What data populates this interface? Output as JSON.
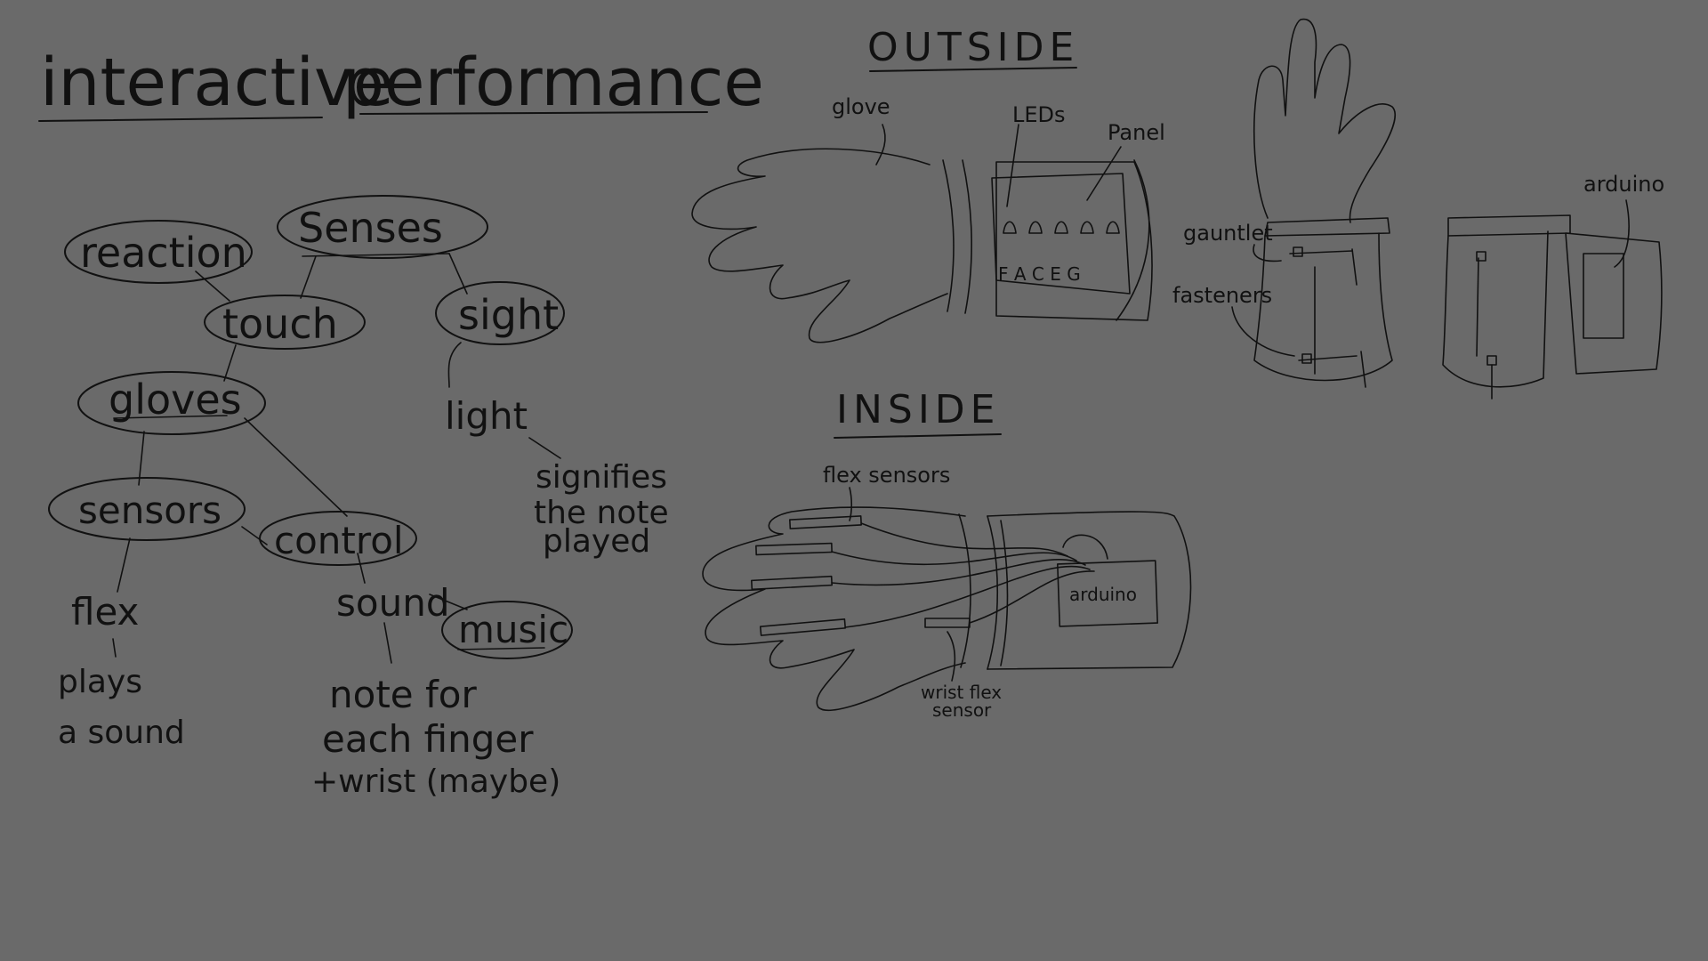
{
  "title": {
    "part1": "interactive",
    "part2": "performance"
  },
  "mindmap": {
    "nodes": {
      "reaction": "reaction",
      "senses": "Senses",
      "touch": "touch",
      "sight": "sight",
      "gloves": "gloves",
      "sensors": "sensors",
      "control": "control",
      "music": "music"
    },
    "texts": {
      "light": "light",
      "signifies_1": "signifies",
      "signifies_2": "the note",
      "signifies_3": "played",
      "flex": "flex",
      "plays_1": "plays",
      "plays_2": "a sound",
      "sound": "sound",
      "note_1": "note for",
      "note_2": "each finger",
      "note_3": "+wrist (maybe)"
    }
  },
  "outside": {
    "heading": "OUTSIDE",
    "labels": {
      "glove": "glove",
      "leds": "LEDs",
      "panel": "Panel",
      "notes": "F A C E G",
      "gauntlet": "gauntlet",
      "fasteners": "fasteners",
      "arduino": "arduino"
    }
  },
  "inside": {
    "heading": "INSIDE",
    "labels": {
      "flex_sensors": "flex sensors",
      "arduino": "arduino",
      "wrist_1": "wrist flex",
      "wrist_2": "sensor"
    }
  },
  "colors": {
    "background": "#6a6a6a",
    "ink": "#111111"
  }
}
